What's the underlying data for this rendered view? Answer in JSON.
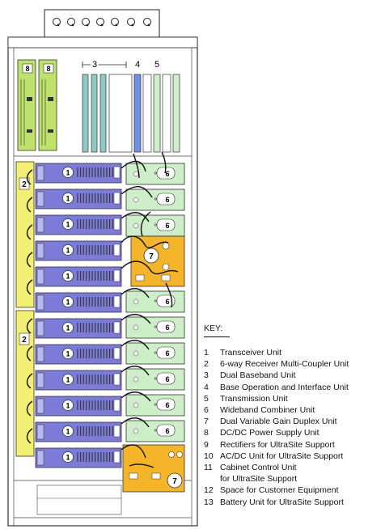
{
  "diagram": {
    "colors": {
      "transceiver": "#7d7bd8",
      "combiner": "#cdeec9",
      "duplexer": "#f5b52a",
      "multicoupler": "#f2ef73",
      "dcdc": "#bfe26a",
      "baseband": "#8ec9c4",
      "bou": "#6d8fe6",
      "transmission": "#cdeec9"
    },
    "top_labels": {
      "baseband": "3",
      "bou": "4",
      "transmission": "5"
    },
    "unit_labels": {
      "dcdc": "8",
      "multicoupler": "2",
      "transceiver": "1",
      "combiner": "6",
      "duplexer": "7"
    },
    "key": {
      "title": "KEY:",
      "items": [
        {
          "num": "1",
          "label": "Transceiver Unit"
        },
        {
          "num": "2",
          "label": "6-way Receiver Multi-Coupler Unit"
        },
        {
          "num": "3",
          "label": "Dual Baseband Unit"
        },
        {
          "num": "4",
          "label": "Base Operation and Interface Unit"
        },
        {
          "num": "5",
          "label": "Transmission Unit"
        },
        {
          "num": "6",
          "label": "Wideband Combiner Unit"
        },
        {
          "num": "7",
          "label": "Dual Variable Gain Duplex Unit"
        },
        {
          "num": "8",
          "label": "DC/DC Power Supply Unit"
        },
        {
          "num": "9",
          "label": "Rectifiers for UltraSite Support"
        },
        {
          "num": "10",
          "label": "AC/DC Unit for UltraSite Support"
        },
        {
          "num": "11",
          "label": "Cabinet Control Unit"
        },
        {
          "num": "",
          "label": "for UltraSite Support"
        },
        {
          "num": "12",
          "label": "Space for Customer Equipment"
        },
        {
          "num": "13",
          "label": "Battery Unit for UltraSite Support"
        }
      ]
    }
  }
}
